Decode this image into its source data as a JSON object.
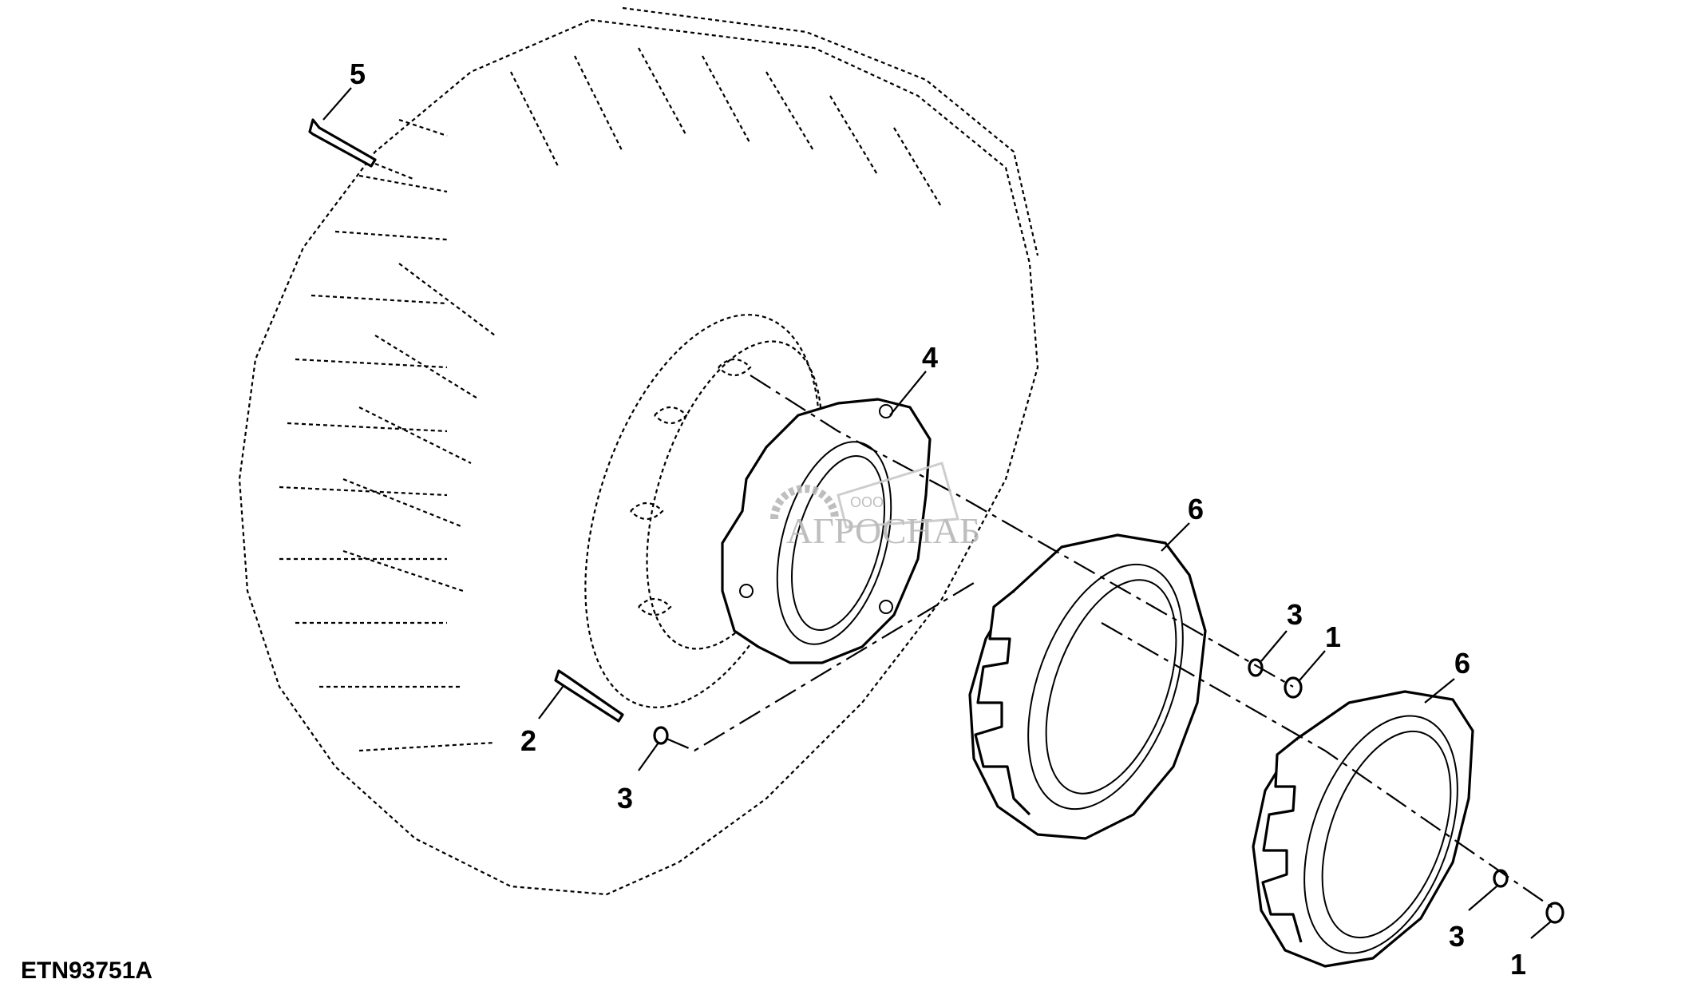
{
  "figure_id": "ETN93751A",
  "watermark": {
    "prefix": "ООО",
    "name": "АГРОСНАБ"
  },
  "callouts": [
    {
      "id": "callout-5",
      "label": "5",
      "part": "bolt"
    },
    {
      "id": "callout-4",
      "label": "4",
      "part": "inner-weight"
    },
    {
      "id": "callout-6a",
      "label": "6",
      "part": "wheel-weight"
    },
    {
      "id": "callout-3a",
      "label": "3",
      "part": "washer"
    },
    {
      "id": "callout-1a",
      "label": "1",
      "part": "nut"
    },
    {
      "id": "callout-6b",
      "label": "6",
      "part": "wheel-weight"
    },
    {
      "id": "callout-2",
      "label": "2",
      "part": "bolt"
    },
    {
      "id": "callout-3b",
      "label": "3",
      "part": "washer"
    },
    {
      "id": "callout-3c",
      "label": "3",
      "part": "washer"
    },
    {
      "id": "callout-1b",
      "label": "1",
      "part": "nut"
    }
  ],
  "colors": {
    "line": "#000000",
    "background": "#ffffff",
    "watermark": "#b8b8b8"
  }
}
